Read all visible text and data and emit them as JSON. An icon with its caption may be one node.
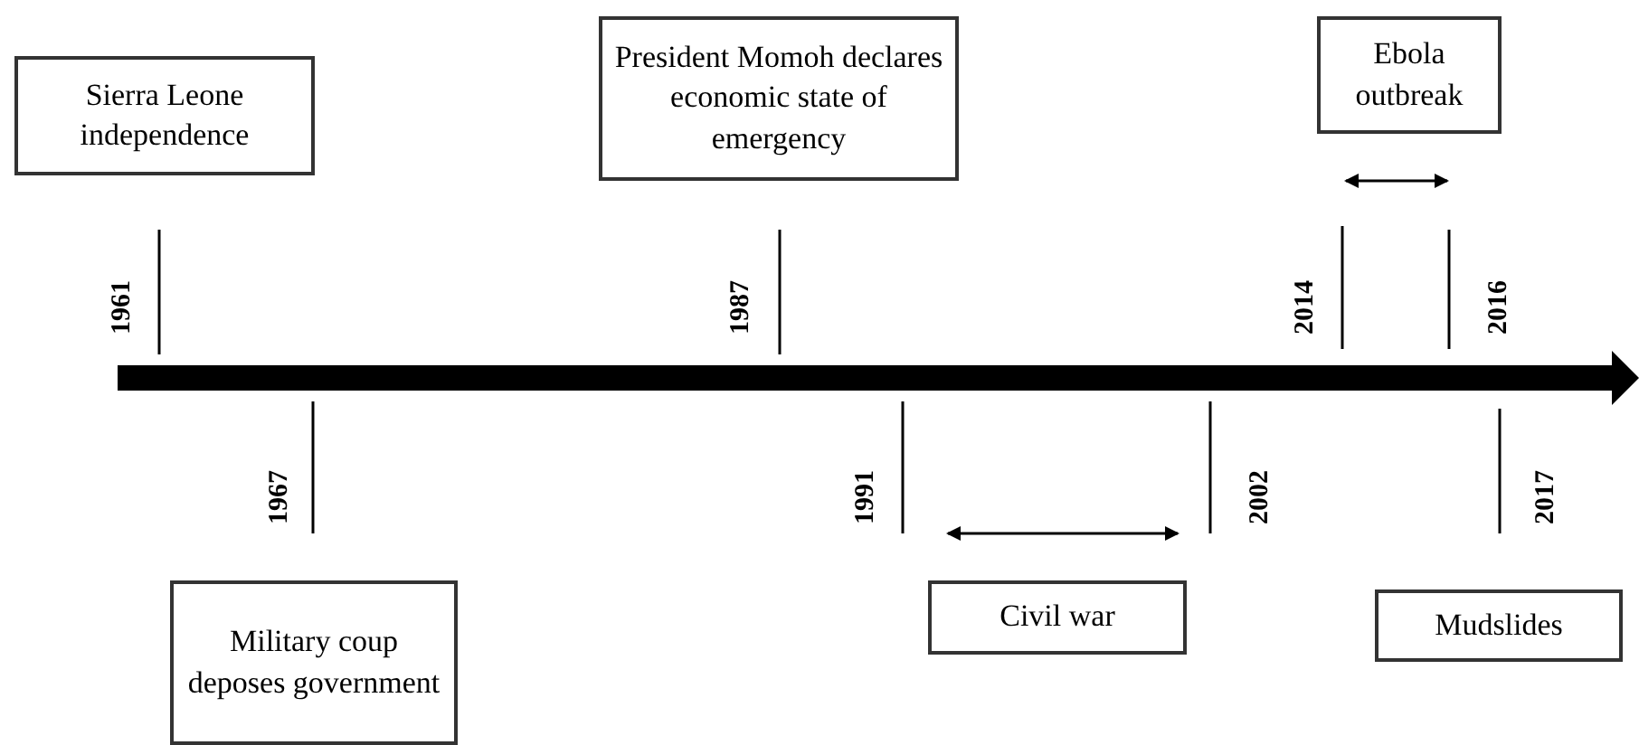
{
  "diagram": {
    "nodes": [
      {
        "text": [
          "Sierra Leone independence"
        ]
      },
      {
        "text": [
          "President Momoh declares economic state of emergency"
        ]
      },
      {
        "text": [
          "Ebola outbreak"
        ]
      },
      {
        "text": [
          "Military coup deposes government"
        ]
      },
      {
        "text": [
          "Civil war"
        ]
      },
      {
        "text": [
          "Mudslides"
        ]
      }
    ],
    "labels": [
      "1961",
      "1987",
      "2014",
      "2016",
      "1967",
      "1991",
      "2002",
      "2017"
    ]
  }
}
